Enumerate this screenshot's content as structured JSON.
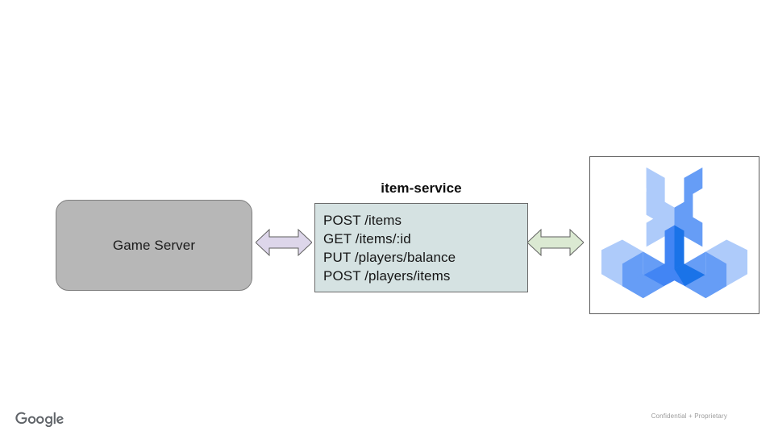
{
  "slide": {
    "background_color": "#ffffff"
  },
  "nodes": {
    "game_server": {
      "label": "Game Server",
      "fill_color": "#b7b7b7",
      "border_color": "#7f7f7f"
    },
    "item_service": {
      "title": "item-service",
      "fill_color": "#d5e2e2",
      "border_color": "#6a6a6a",
      "endpoints": [
        "POST /items",
        "GET /items/:id",
        "PUT /players/balance",
        "POST /players/items"
      ]
    },
    "tool_logo": {
      "frame_border_color": "#5b5b5b",
      "colors": {
        "light": "#aecbfa",
        "mid": "#669df6",
        "dark": "#4285f4",
        "darkest": "#1a73e8"
      }
    }
  },
  "connectors": [
    {
      "name": "game-server-to-item-service",
      "style": "double-headed-arrow",
      "fill_color": "#ddd6ea",
      "border_color": "#5e5e5e"
    },
    {
      "name": "item-service-to-tool",
      "style": "double-headed-arrow",
      "fill_color": "#dbe9d2",
      "border_color": "#5e5e5e"
    }
  ],
  "footer": {
    "brand": "Google",
    "brand_color": "#5f6368",
    "note": "Confidential + Proprietary",
    "note_color": "#9b9b9b"
  }
}
